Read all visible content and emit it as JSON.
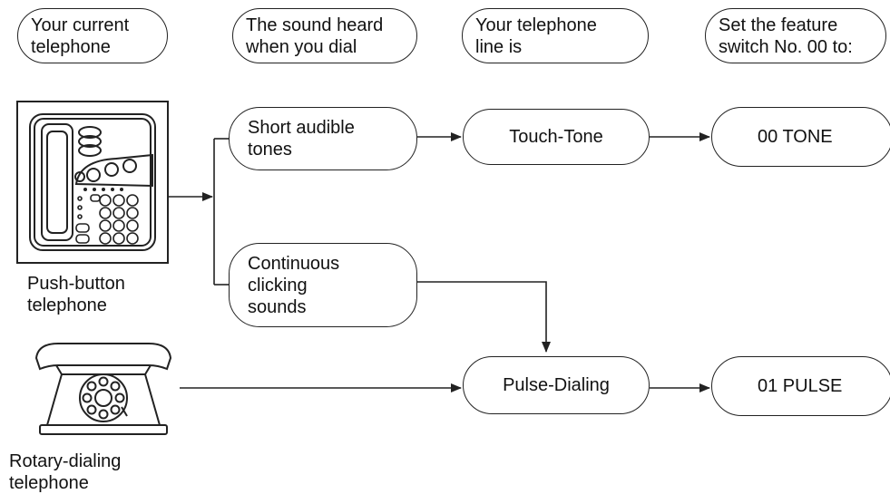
{
  "headers": [
    "Your current\ntelephone",
    "The sound heard\nwhen you dial",
    "Your telephone\nline is",
    "Set the feature\nswitch No. 00 to:"
  ],
  "phones": {
    "push_button": {
      "caption": "Push-button\ntelephone",
      "icon": "push-button-phone"
    },
    "rotary": {
      "caption": "Rotary-dialing\ntelephone",
      "icon": "rotary-phone"
    }
  },
  "sounds": {
    "short": "Short audible\ntones",
    "continuous": "Continuous\nclicking\nsounds"
  },
  "lines": {
    "touch_tone": "Touch-Tone",
    "pulse": "Pulse-Dialing"
  },
  "settings": {
    "tone": "00  TONE",
    "pulse": "01  PULSE"
  },
  "colors": {
    "ink": "#222222",
    "background": "#ffffff"
  }
}
